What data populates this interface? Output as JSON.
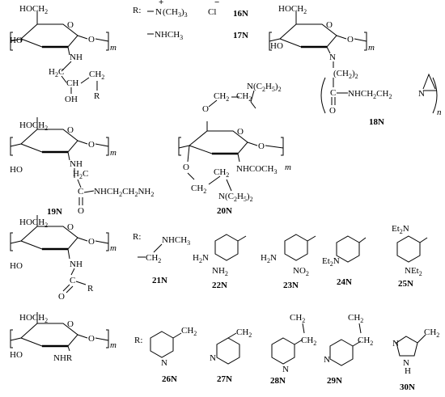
{
  "subs": {
    "hoch2": "HOCH",
    "sub2": "2",
    "ho": "HO",
    "m": "m",
    "n": "n",
    "nh": "NH",
    "nhr": "NHR",
    "oh": "OH",
    "o": "O",
    "r": "R",
    "rcolon": "R:",
    "h2c": "H",
    "ch2": "CH",
    "ch": "CH",
    "c": "C"
  },
  "s16_17": {
    "n_plus": "N",
    "plus": "+",
    "ch33": "(CH",
    "ch33_sub": "3",
    "ch33_end": ")",
    "cl": "Cl",
    "minus": "−",
    "nhch3": "NHCH",
    "sub3": "3",
    "label16": "16N",
    "label17": "17N"
  },
  "s18": {
    "ch22": "(CH",
    "ch22_sub": "2",
    "ch22_end": ")",
    "amide": "NHCH",
    "amide2": "CH",
    "n": "N",
    "label": "18N"
  },
  "s19": {
    "amine": "NHCH",
    "amine2": "CH",
    "amine3": "NH",
    "label": "19N"
  },
  "s20": {
    "ch2ch2": "CH",
    "net2": "N(C",
    "net2_sub1": "2",
    "net2_h": "H",
    "net2_sub2": "5",
    "net2_end": ")",
    "nhcoch3": "NHCOCH",
    "label": "20N"
  },
  "s21_25": {
    "nhch3": "NHCH",
    "h2n": "H",
    "nh2": "NH",
    "no2": "NO",
    "et2n": "Et",
    "et2n_sub": "2",
    "net2": "NEt",
    "labels": [
      "21N",
      "22N",
      "23N",
      "24N",
      "25N"
    ]
  },
  "s26_30": {
    "nring": "N",
    "hring": "H",
    "labels": [
      "26N",
      "27N",
      "28N",
      "29N",
      "30N"
    ]
  }
}
